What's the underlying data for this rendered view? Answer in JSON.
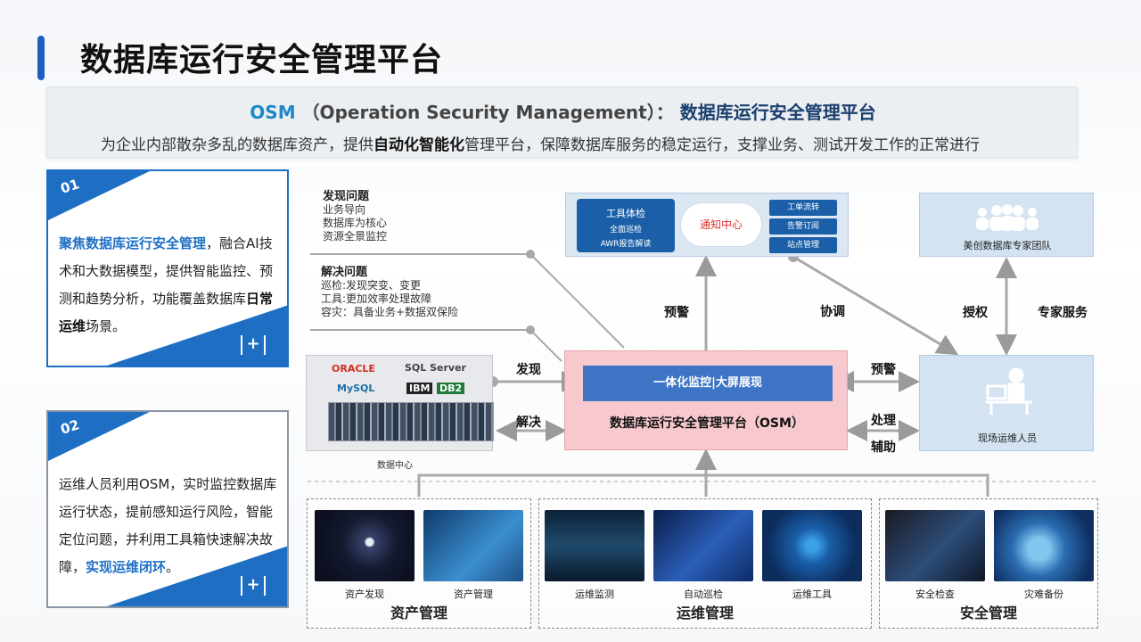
{
  "title": "数据库运行安全管理平台",
  "banner": {
    "osm": "OSM",
    "full_name": "（Operation Security Management）：",
    "platform": "数据库运行安全管理平台",
    "desc_pre": "为企业内部散杂多乱的数据库资产，提供",
    "desc_bold": "自动化智能化",
    "desc_post": "管理平台，保障数据库服务的稳定运行，支撑业务、测试开发工作的正常进行"
  },
  "card1": {
    "num": "01",
    "hl": "聚焦数据库运行安全管理",
    "text1": "，融合AI技术和大数据模型，提供智能监控、预测和趋势分析，功能覆盖数据库",
    "bold": "日常运维",
    "text2": "场景。"
  },
  "card2": {
    "num": "02",
    "text1": "运维人员利用OSM，实时监控数据库运行状态，提前感知运行风险，智能定位问题，并利用工具箱快速解决故障，",
    "hl": "实现运维闭环",
    "text2": "。"
  },
  "notes": {
    "find_title": "发现问题",
    "find_lines": [
      "业务导向",
      "数据库为核心",
      "资源全景监控"
    ],
    "solve_title": "解决问题",
    "solve_lines": [
      "巡检:发现突变、变更",
      "工具:更加效率处理故障",
      "容灾：具备业务+数据双保险"
    ]
  },
  "tool_box": {
    "left_title": "工具体检",
    "left_sub1": "全面巡检",
    "left_sub2": "AWR报告解读",
    "center": "通知中心",
    "tags": [
      "工单流转",
      "告警订阅",
      "站点管理"
    ]
  },
  "team": {
    "label": "美创数据库专家团队"
  },
  "datacenter": {
    "label": "数据中心",
    "logos": [
      "ORACLE",
      "SQL Server",
      "MySQL",
      "IBM",
      "DB2"
    ]
  },
  "osm": {
    "inner": "一体化监控|大屏展现",
    "title": "数据库运行安全管理平台（OSM）"
  },
  "ops": {
    "label": "现场运维人员"
  },
  "edges": {
    "find": "发现",
    "solve": "解决",
    "warn_up": "预警",
    "coordinate": "协调",
    "authorize": "授权",
    "expert": "专家服务",
    "warn_right": "预警",
    "handle": "处理",
    "assist": "辅助"
  },
  "groups": [
    {
      "label": "资产管理",
      "items": [
        "资产发现",
        "资产管理"
      ]
    },
    {
      "label": "运维管理",
      "items": [
        "运维监测",
        "自动巡检",
        "运维工具"
      ]
    },
    {
      "label": "安全管理",
      "items": [
        "安全检查",
        "灾难备份"
      ]
    }
  ],
  "colors": {
    "accent": "#1e6fc4",
    "osm_bg": "#f7c9ce",
    "panel_blue": "#d3e3f1",
    "notify_red": "#e1302a"
  },
  "icons": [
    "expand-icon",
    "team-icon",
    "operator-icon",
    "cloud-icon"
  ]
}
